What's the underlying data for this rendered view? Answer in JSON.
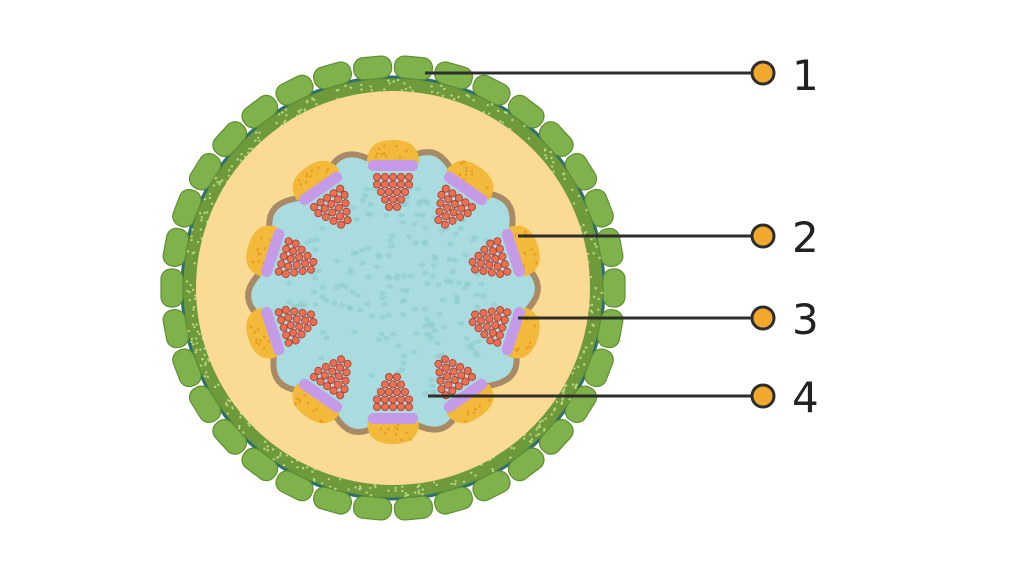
{
  "diagram": {
    "colors": {
      "epidermis": "#7fb24a",
      "epidermis_edge": "#5f8f33",
      "hypodermis": "#6f9a3c",
      "cortex": "#fbdb94",
      "endodermis": "#a88a66",
      "pith": "#a9dcdf",
      "phloem": "#f3b93b",
      "cambium": "#c59be8",
      "xylem": "#e96f55",
      "line": "#2d2d2d",
      "marker": "#f2a82c"
    },
    "callouts": [
      {
        "number": "1"
      },
      {
        "number": "2"
      },
      {
        "number": "3"
      },
      {
        "number": "4"
      }
    ]
  }
}
